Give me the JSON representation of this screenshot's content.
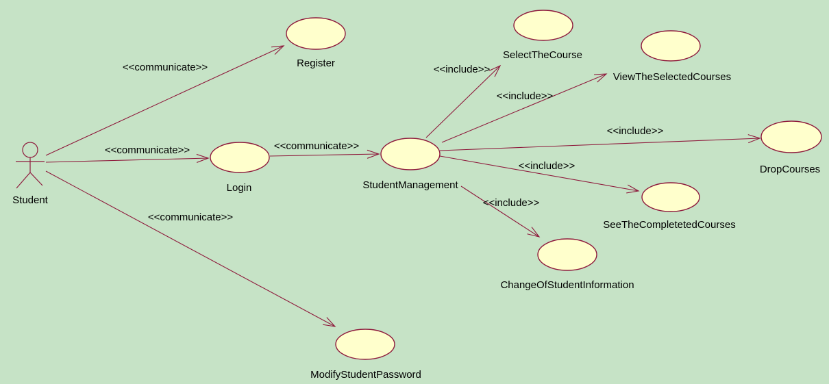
{
  "colors": {
    "background": "#c6e3c6",
    "node_fill": "#ffffcc",
    "line": "#8e1a3c",
    "text": "#000000"
  },
  "actor": {
    "label": "Student"
  },
  "use_cases": [
    {
      "id": "register",
      "label": "Register"
    },
    {
      "id": "login",
      "label": "Login"
    },
    {
      "id": "student-management",
      "label": "StudentManagement"
    },
    {
      "id": "select-the-course",
      "label": "SelectTheCourse"
    },
    {
      "id": "view-the-selected-courses",
      "label": "ViewTheSelectedCourses"
    },
    {
      "id": "drop-courses",
      "label": "DropCourses"
    },
    {
      "id": "see-the-completeted-courses",
      "label": "SeeTheCompletetedCourses"
    },
    {
      "id": "change-of-student-information",
      "label": "ChangeOfStudentInformation"
    },
    {
      "id": "modify-student-password",
      "label": "ModifyStudentPassword"
    }
  ],
  "connections": [
    {
      "from": "Student",
      "to": "Register",
      "stereotype": "<<communicate>>"
    },
    {
      "from": "Student",
      "to": "Login",
      "stereotype": "<<communicate>>"
    },
    {
      "from": "Login",
      "to": "StudentManagement",
      "stereotype": "<<communicate>>"
    },
    {
      "from": "Student",
      "to": "ModifyStudentPassword",
      "stereotype": "<<communicate>>"
    },
    {
      "from": "StudentManagement",
      "to": "SelectTheCourse",
      "stereotype": "<<include>>"
    },
    {
      "from": "StudentManagement",
      "to": "ViewTheSelectedCourses",
      "stereotype": "<<include>>"
    },
    {
      "from": "StudentManagement",
      "to": "DropCourses",
      "stereotype": "<<include>>"
    },
    {
      "from": "StudentManagement",
      "to": "SeeTheCompletetedCourses",
      "stereotype": "<<include>>"
    },
    {
      "from": "StudentManagement",
      "to": "ChangeOfStudentInformation",
      "stereotype": "<<include>>"
    }
  ]
}
